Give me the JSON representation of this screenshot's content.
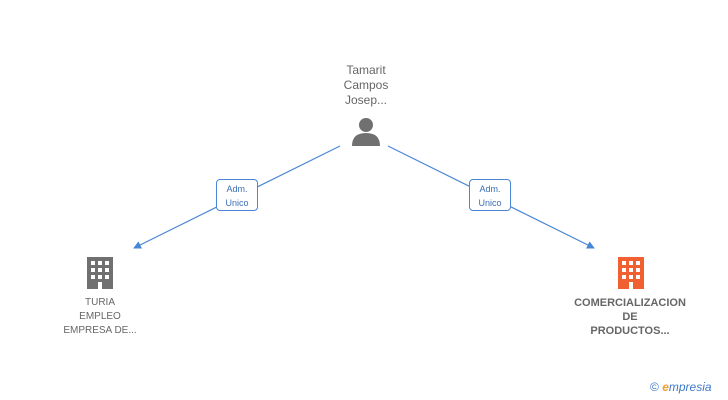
{
  "nodes": {
    "person": {
      "label": "Tamarit\nCampos\nJosep...",
      "icon": "person-icon",
      "color": "#707070"
    },
    "company_left": {
      "label": "TURIA\nEMPLEO\nEMPRESA DE...",
      "icon": "building-icon",
      "color": "#707070"
    },
    "company_right": {
      "label": "COMERCIALIZACION\nDE\nPRODUCTOS...",
      "icon": "building-icon",
      "color": "#f06030"
    }
  },
  "edges": [
    {
      "line1": "Adm.",
      "line2": "Unico",
      "from": "person",
      "to": "company_left"
    },
    {
      "line1": "Adm.",
      "line2": "Unico",
      "from": "person",
      "to": "company_right"
    }
  ],
  "watermark": {
    "copyright": "©",
    "brand_initial": "e",
    "brand_rest": "mpresia"
  },
  "colors": {
    "edge": "#4a86d6",
    "label_text": "#666666",
    "accent": "#f06030"
  }
}
